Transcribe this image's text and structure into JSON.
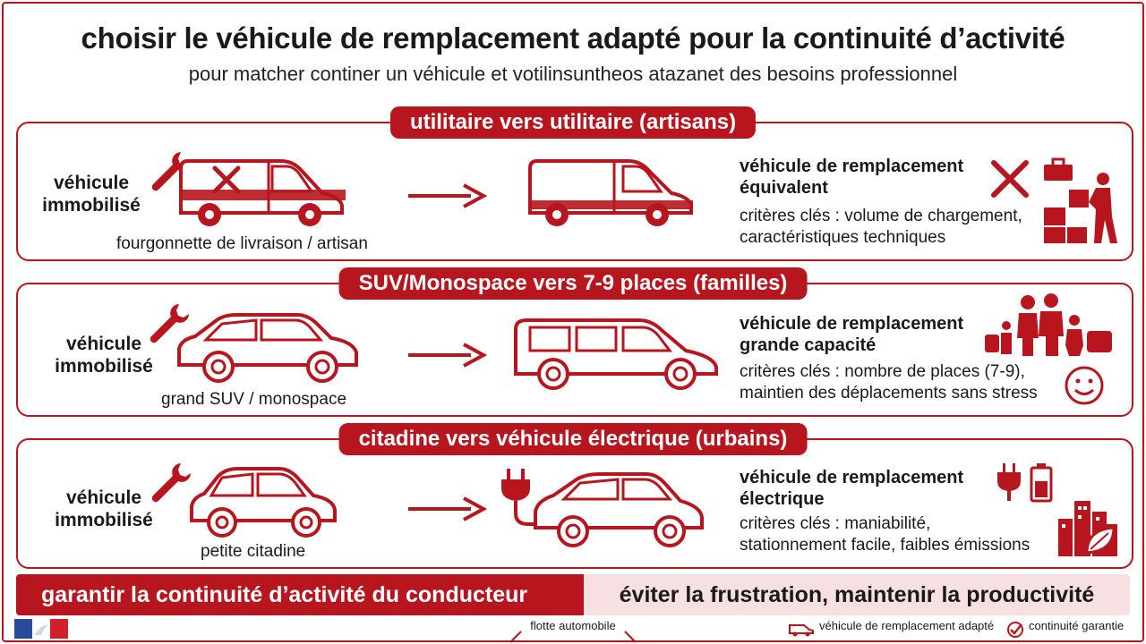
{
  "header": {
    "title": "choisir le véhicule de remplacement adapté pour la continuité d’activité",
    "subtitle": "pour matcher continer un véhicule et votilinsuntheos atazanet des besoins professionnel"
  },
  "colors": {
    "accent": "#b8161e",
    "light": "#f7e0e1"
  },
  "sections": [
    {
      "pill": "utilitaire vers utilitaire (artisans)",
      "immob_line1": "véhicule",
      "immob_line2": "immobilisé",
      "vehicle_label": "fourgonnette de livraison / artisan",
      "repl_line1": "véhicule de remplacement",
      "repl_line2": "équivalent",
      "crit_line1": "critères clés : volume de chargement,",
      "crit_line2": "caractéristiques techniques",
      "icons": [
        "wrench-icon",
        "tools-icon",
        "van-icon",
        "arrow-icon",
        "toolbox-icon",
        "boxes-worker-icon"
      ]
    },
    {
      "pill": "SUV/Monospace vers 7-9 places (familles)",
      "immob_line1": "véhicule",
      "immob_line2": "immobilisé",
      "vehicle_label": "grand SUV / monospace",
      "repl_line1": "véhicule de remplacement",
      "repl_line2": "grande capacité",
      "crit_line1": "critères clés : nombre de places (7-9),",
      "crit_line2": "maintien des déplacements sans stress",
      "icons": [
        "wrench-icon",
        "suv-icon",
        "arrow-icon",
        "minivan-icon",
        "family-icon",
        "smiley-icon"
      ]
    },
    {
      "pill": "citadine vers véhicule électrique (urbains)",
      "immob_line1": "véhicule",
      "immob_line2": "immobilisé",
      "vehicle_label": "petite citadine",
      "repl_line1": "véhicule de remplacement",
      "repl_line2": "électrique",
      "crit_line1": "critères clés : maniabilité,",
      "crit_line2": "stationnement facile, faibles émissions",
      "icons": [
        "wrench-icon",
        "city-car-icon",
        "arrow-icon",
        "plug-icon",
        "electric-car-icon",
        "battery-icon",
        "eco-city-icon"
      ]
    }
  ],
  "bottom": {
    "left": "garantir la continuité d’activité du conducteur",
    "right": "éviter la frustration, maintenir la productivité"
  },
  "footer": {
    "center": "flotte automobile",
    "legend1": "véhicule de remplacement adapté",
    "legend2": "continuité garantie"
  }
}
